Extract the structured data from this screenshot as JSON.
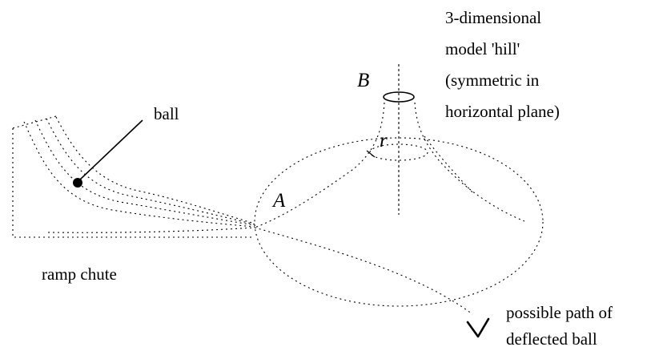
{
  "labels": {
    "hill_line1": "3-dimensional",
    "hill_line2": "model 'hill'",
    "hill_line3": "(symmetric in",
    "hill_line4": "horizontal plane)",
    "ball": "ball",
    "ramp": "ramp chute",
    "path_line1": "possible path of",
    "path_line2": "deflected ball",
    "point_a": "A",
    "point_b": "B",
    "radius": "r"
  }
}
